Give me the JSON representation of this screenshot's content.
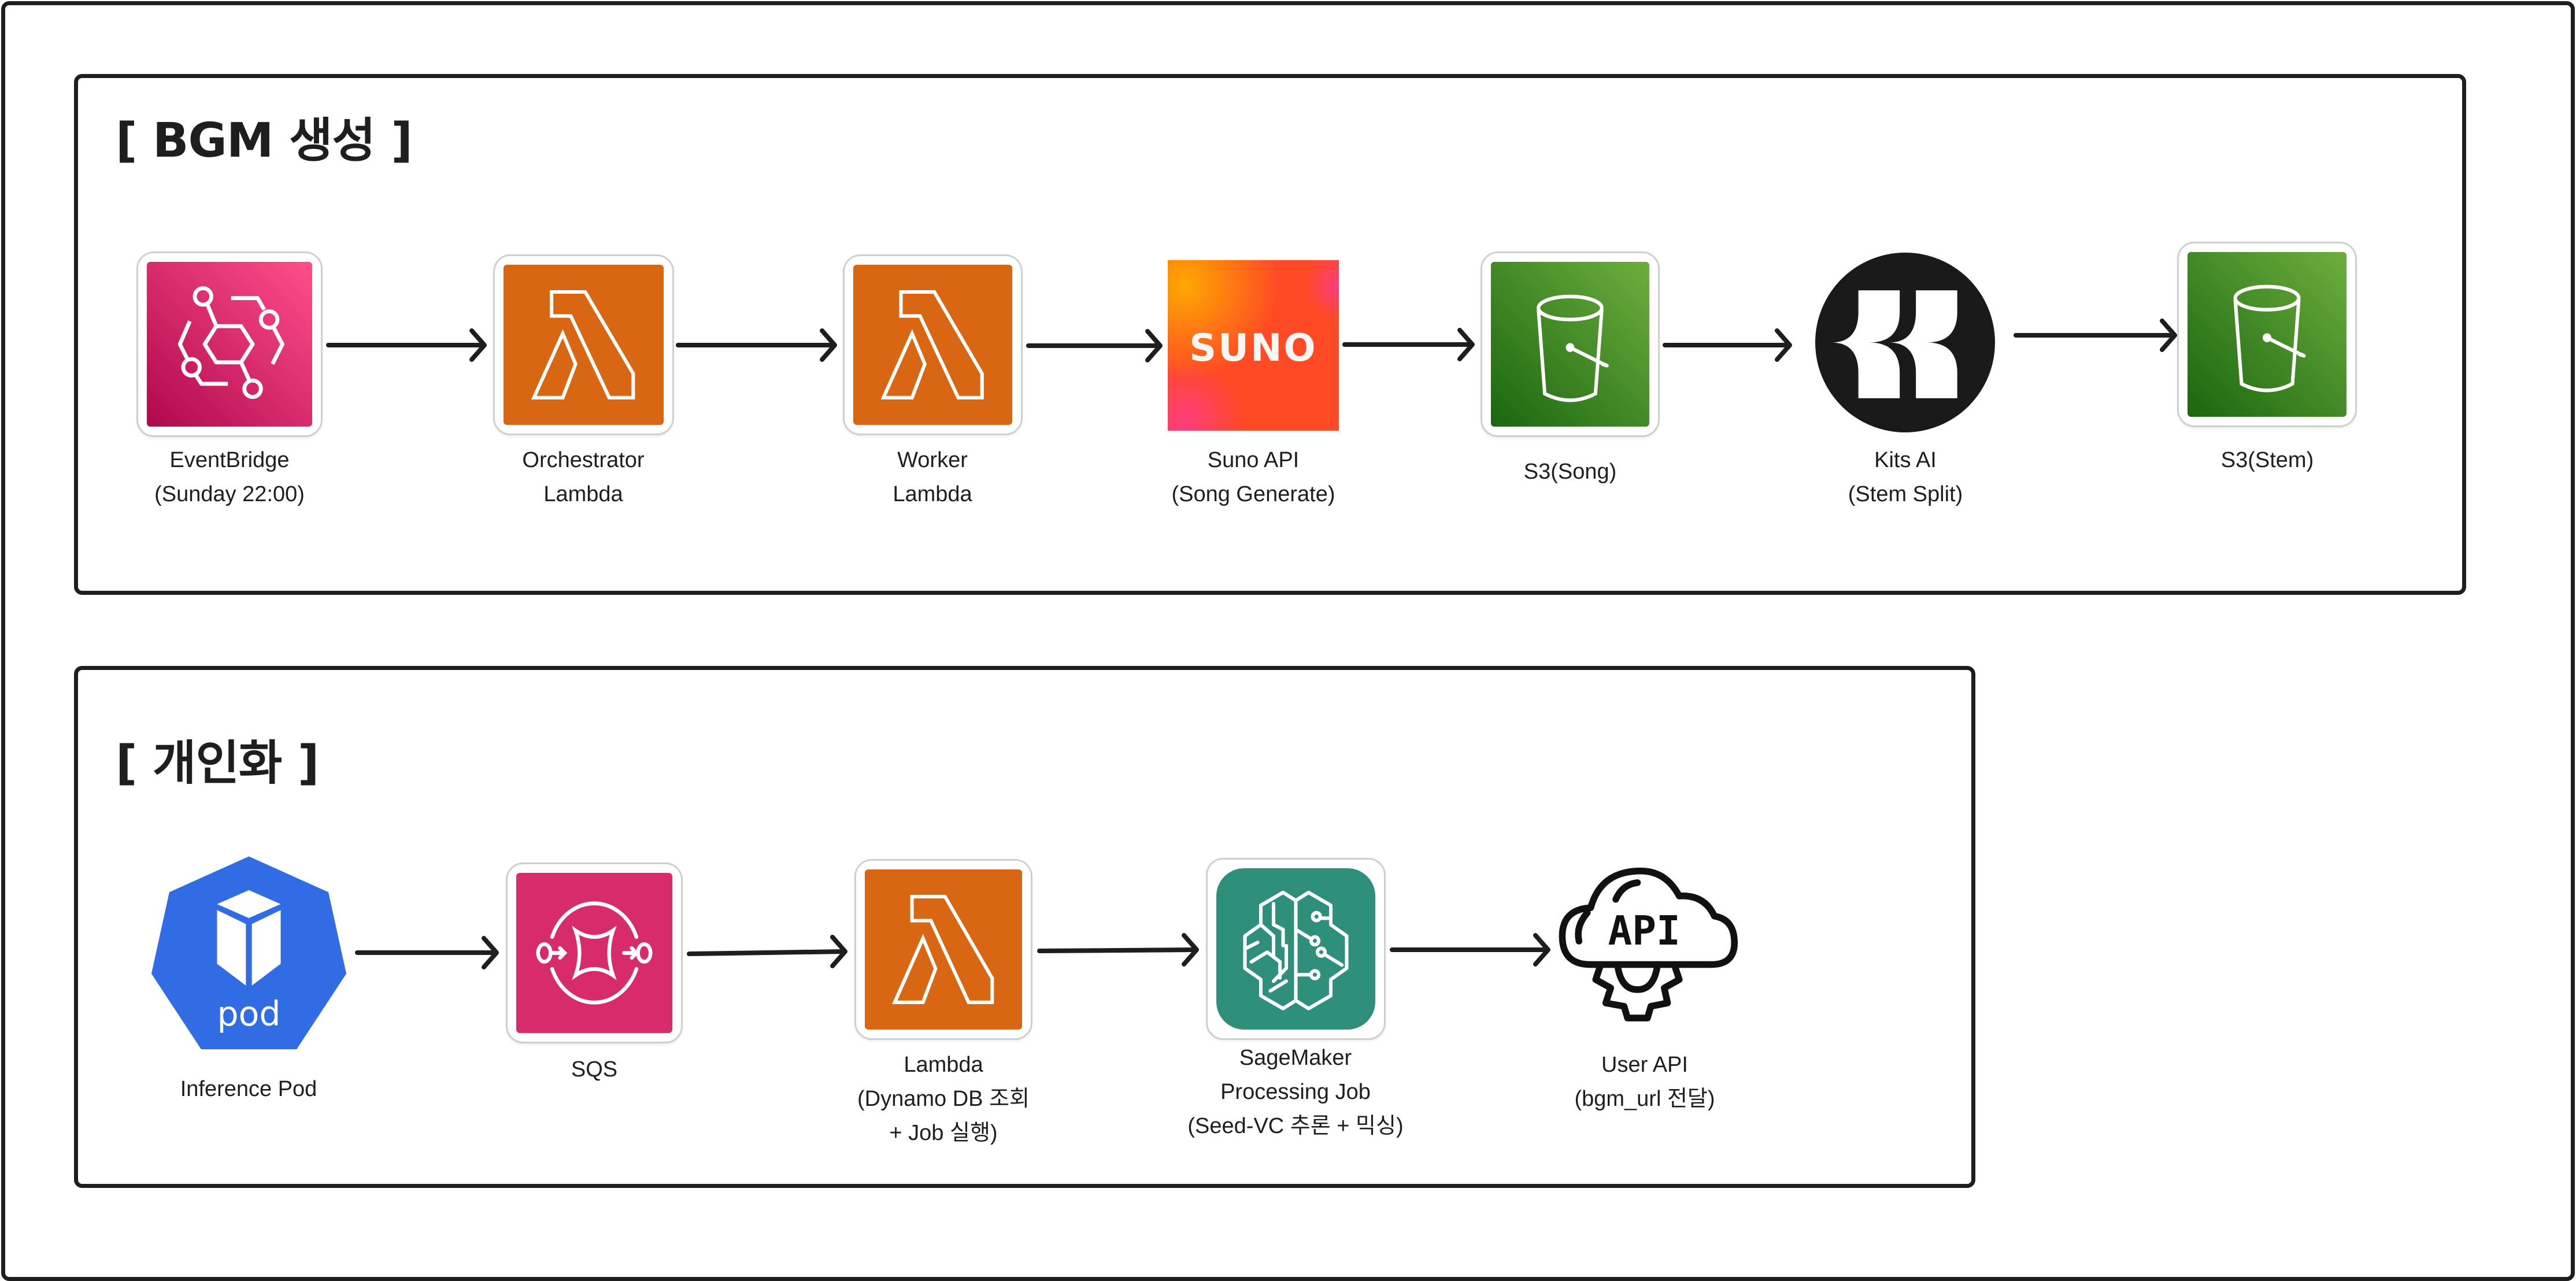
{
  "colors": {
    "frame": "#1e1e1e",
    "eventbridge_from": "#B0084D",
    "eventbridge_to": "#FF4F8B",
    "lambda": "#D86613",
    "s3_from": "#1B660F",
    "s3_to": "#6CAE3E",
    "sqs": "#D82B6C",
    "sagemaker": "#2E8F7A",
    "pod": "#326CE5",
    "kits": "#1a1a1a"
  },
  "groups": [
    {
      "title": "[ BGM 생성 ]",
      "nodes": [
        {
          "icon": "eventbridge-icon",
          "lines": [
            "EventBridge",
            "(Sunday 22:00)"
          ]
        },
        {
          "icon": "lambda-icon",
          "lines": [
            "Orchestrator",
            "Lambda"
          ]
        },
        {
          "icon": "lambda-icon",
          "lines": [
            "Worker",
            "Lambda"
          ]
        },
        {
          "icon": "suno-logo",
          "logo_text": "SUNO",
          "lines": [
            "Suno API",
            "(Song Generate)"
          ]
        },
        {
          "icon": "s3-bucket-icon",
          "lines": [
            "S3(Song)"
          ]
        },
        {
          "icon": "kits-ai-logo",
          "lines": [
            "Kits AI",
            "(Stem Split)"
          ]
        },
        {
          "icon": "s3-bucket-icon",
          "lines": [
            "S3(Stem)"
          ]
        }
      ]
    },
    {
      "title": "[ 개인화 ]",
      "nodes": [
        {
          "icon": "kubernetes-pod-icon",
          "logo_text": "pod",
          "lines": [
            "Inference Pod"
          ]
        },
        {
          "icon": "sqs-icon",
          "lines": [
            "SQS"
          ]
        },
        {
          "icon": "lambda-icon",
          "lines": [
            "Lambda",
            "(Dynamo DB 조회",
            "+ Job 실행)"
          ]
        },
        {
          "icon": "sagemaker-icon",
          "lines": [
            "SageMaker",
            "Processing Job",
            "(Seed-VC 추론 + 믹싱)"
          ]
        },
        {
          "icon": "api-cloud-gear-icon",
          "logo_text": "API",
          "lines": [
            "User API",
            "(bgm_url 전달)"
          ]
        }
      ]
    }
  ],
  "edges": [
    {
      "from": "EventBridge",
      "to": "Orchestrator Lambda"
    },
    {
      "from": "Orchestrator Lambda",
      "to": "Worker Lambda"
    },
    {
      "from": "Worker Lambda",
      "to": "Suno API"
    },
    {
      "from": "Suno API",
      "to": "S3(Song)"
    },
    {
      "from": "S3(Song)",
      "to": "Kits AI"
    },
    {
      "from": "Kits AI",
      "to": "S3(Stem)"
    },
    {
      "from": "Inference Pod",
      "to": "SQS"
    },
    {
      "from": "SQS",
      "to": "Lambda"
    },
    {
      "from": "Lambda",
      "to": "SageMaker Processing Job"
    },
    {
      "from": "SageMaker Processing Job",
      "to": "User API"
    }
  ]
}
